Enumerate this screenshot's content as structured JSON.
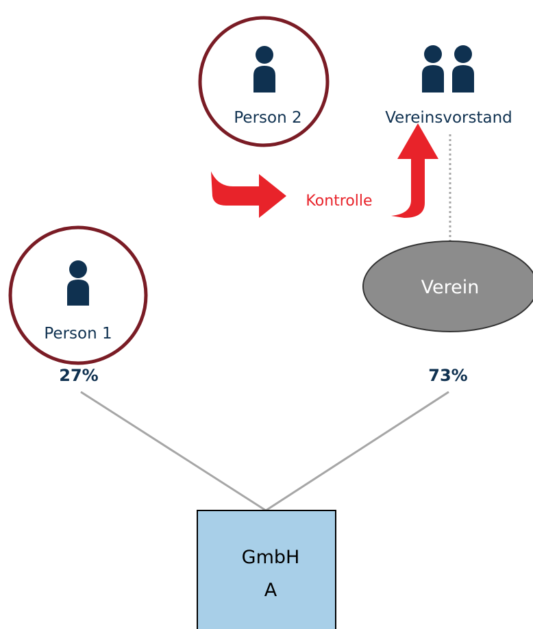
{
  "person1": {
    "label": "Person 1",
    "share": "27%"
  },
  "person2": {
    "label": "Person 2"
  },
  "board": {
    "label": "Vereinsvorstand"
  },
  "association": {
    "label": "Verein",
    "share": "73%"
  },
  "company": {
    "line1": "GmbH",
    "line2": "A"
  },
  "control": {
    "label": "Kontrolle"
  },
  "colors": {
    "navy": "#0f3150",
    "maroon": "#7a1c25",
    "arrow_red": "#e8232a",
    "grey_line": "#a6a6a6",
    "verein_fill": "#8c8c8c",
    "company_fill": "#a8cfe8"
  },
  "icons": {
    "person1": "person-icon",
    "person2": "person-icon",
    "board": "group-icon"
  }
}
